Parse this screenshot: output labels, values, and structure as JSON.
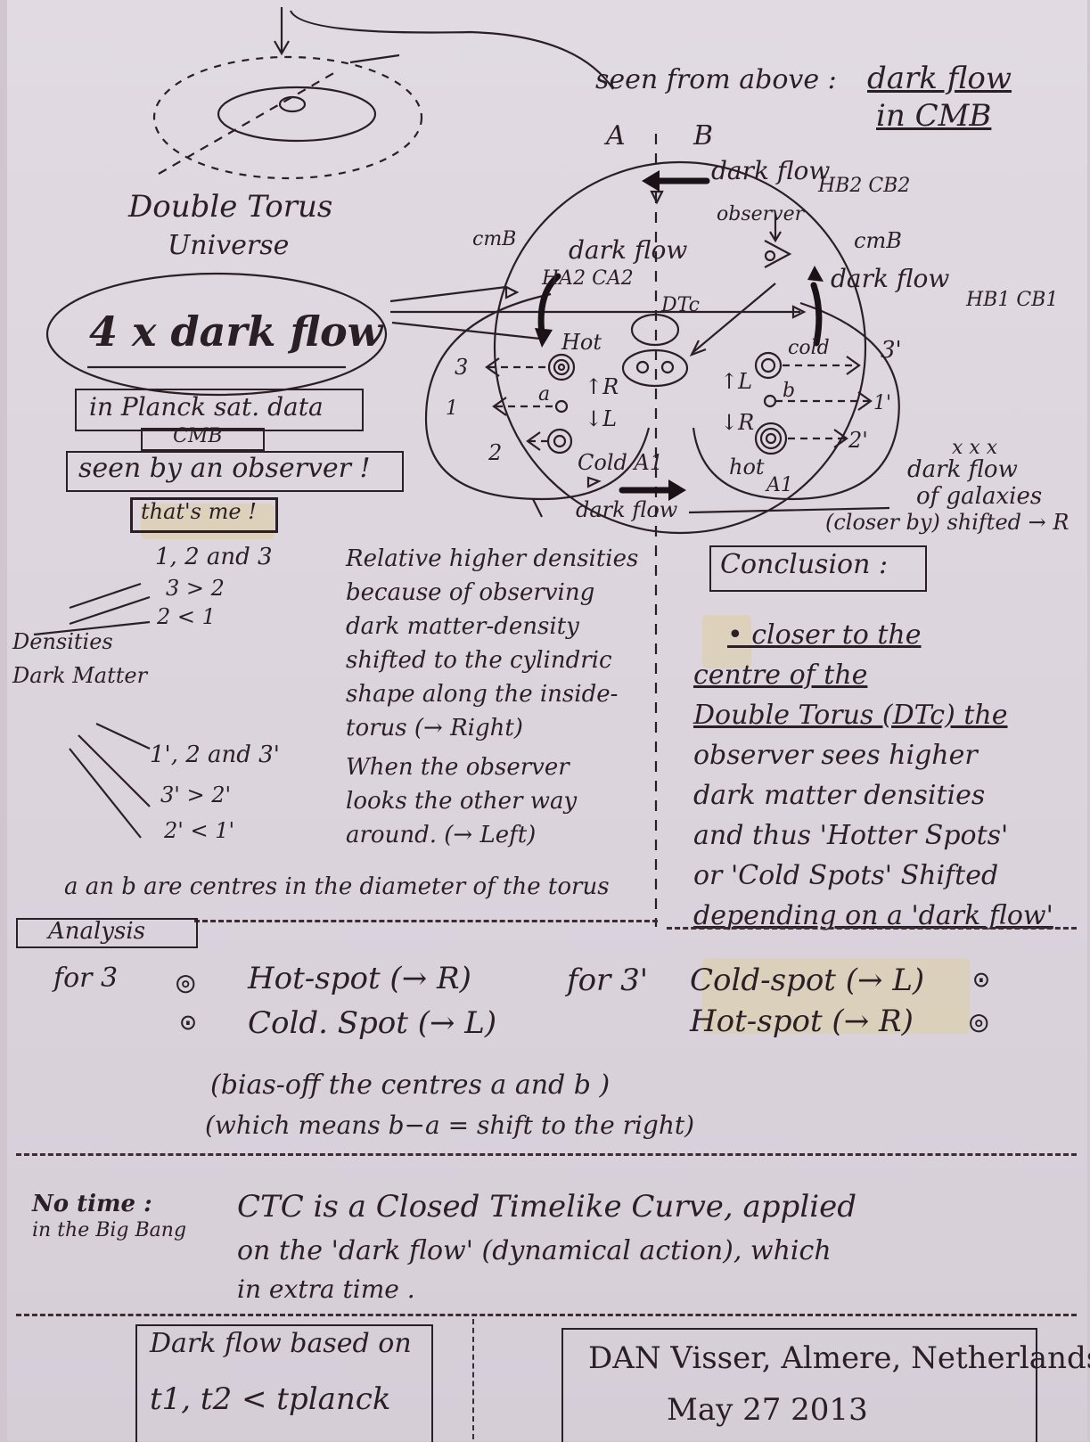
{
  "diagram_title": {
    "line1": "seen from above :",
    "line2": "dark flow",
    "line3": "in CMB"
  },
  "torus_label": {
    "line1": "Double Torus",
    "line2": "Universe"
  },
  "diagram_labels": {
    "a_left": "A",
    "b_right": "B",
    "dark_flow_top": "dark flow",
    "hb2_cb2": "HB2 CB2",
    "observer": "observer",
    "cmb_left": "cmB",
    "cmb_right": "cmB",
    "dark_flow_left": "dark flow",
    "ha2_ca2": "HA2 CA2",
    "dark_flow_right": "dark flow",
    "hb1_cb1": "HB1 CB1",
    "dtc": "DTc",
    "hot_left": "Hot",
    "cold_right": "cold",
    "up_r": "↑R",
    "down_l": "↓L",
    "up_l": "↑L",
    "down_r": "↓R",
    "a_small": "a",
    "b_small": "b",
    "cold_bottom": "Cold A1",
    "hot_bottom": "hot",
    "a1": "A1",
    "dark_flow_bottom": "dark flow",
    "num_3": "3",
    "num_1": "1",
    "num_2": "2",
    "num_3p": "3'",
    "num_1p": "1'",
    "num_2p": "2'",
    "galaxies_xxx": "x x x",
    "galaxies_1": "dark flow",
    "galaxies_2": "of galaxies",
    "galaxies_3": "(closer by) shifted → R"
  },
  "left_panel": {
    "big_label": "4 x dark flow",
    "planck": "in Planck sat. data",
    "cmb": "CMB",
    "observer": "seen by an observer !",
    "me": "that's me !",
    "densities": "Densities",
    "dark_matter": "Dark Matter",
    "ratio_title": "1, 2 and 3",
    "ratio_1": "3 > 2",
    "ratio_2": "2 < 1",
    "ratio_p_title": "1', 2 and 3'",
    "ratio_p_1": "3' > 2'",
    "ratio_p_2": "2' < 1'"
  },
  "middle_text": [
    "Relative higher densities",
    "because of observing",
    "dark matter-density",
    "shifted to the cylindric",
    "shape along the inside-",
    "torus (→ Right)",
    "When the observer",
    "looks the other way",
    "around. (→ Left)"
  ],
  "conclusion": {
    "title": "Conclusion :",
    "lines": [
      "• closer to the",
      "centre of the",
      "Double Torus (DTc) the",
      "observer sees higher",
      "dark matter densities",
      "and thus 'Hotter Spots'",
      "or 'Cold Spots' Shifted",
      "depending on a 'dark flow'"
    ]
  },
  "centres_note": "a an b are centres in the diameter of the torus",
  "analysis": {
    "title": "Analysis",
    "for3": "for 3",
    "hot3": "Hot-spot (→ R)",
    "cold3": "Cold. Spot (→ L)",
    "for3p": "for 3'",
    "cold3p": "Cold-spot (→ L)",
    "hot3p": "Hot-spot (→ R)"
  },
  "bias": {
    "line1": "(bias-off the centres a and b )",
    "line2": "(which means b−a = shift to the right)"
  },
  "no_time": {
    "line1": "No time :",
    "line2": "in the Big Bang",
    "ctc1": "CTC is a Closed Timelike Curve, applied",
    "ctc2": "on the 'dark flow' (dynamical action), which",
    "ctc3": "in extra time ."
  },
  "footer": {
    "dark_flow_based": "Dark flow based on",
    "t_planck": "t1, t2 < tplanck",
    "author": "DAN Visser, Almere, Netherlands",
    "date": "May 27 2013"
  },
  "colors": {
    "paper": "#ddd6de",
    "ink": "#2a1f24"
  }
}
